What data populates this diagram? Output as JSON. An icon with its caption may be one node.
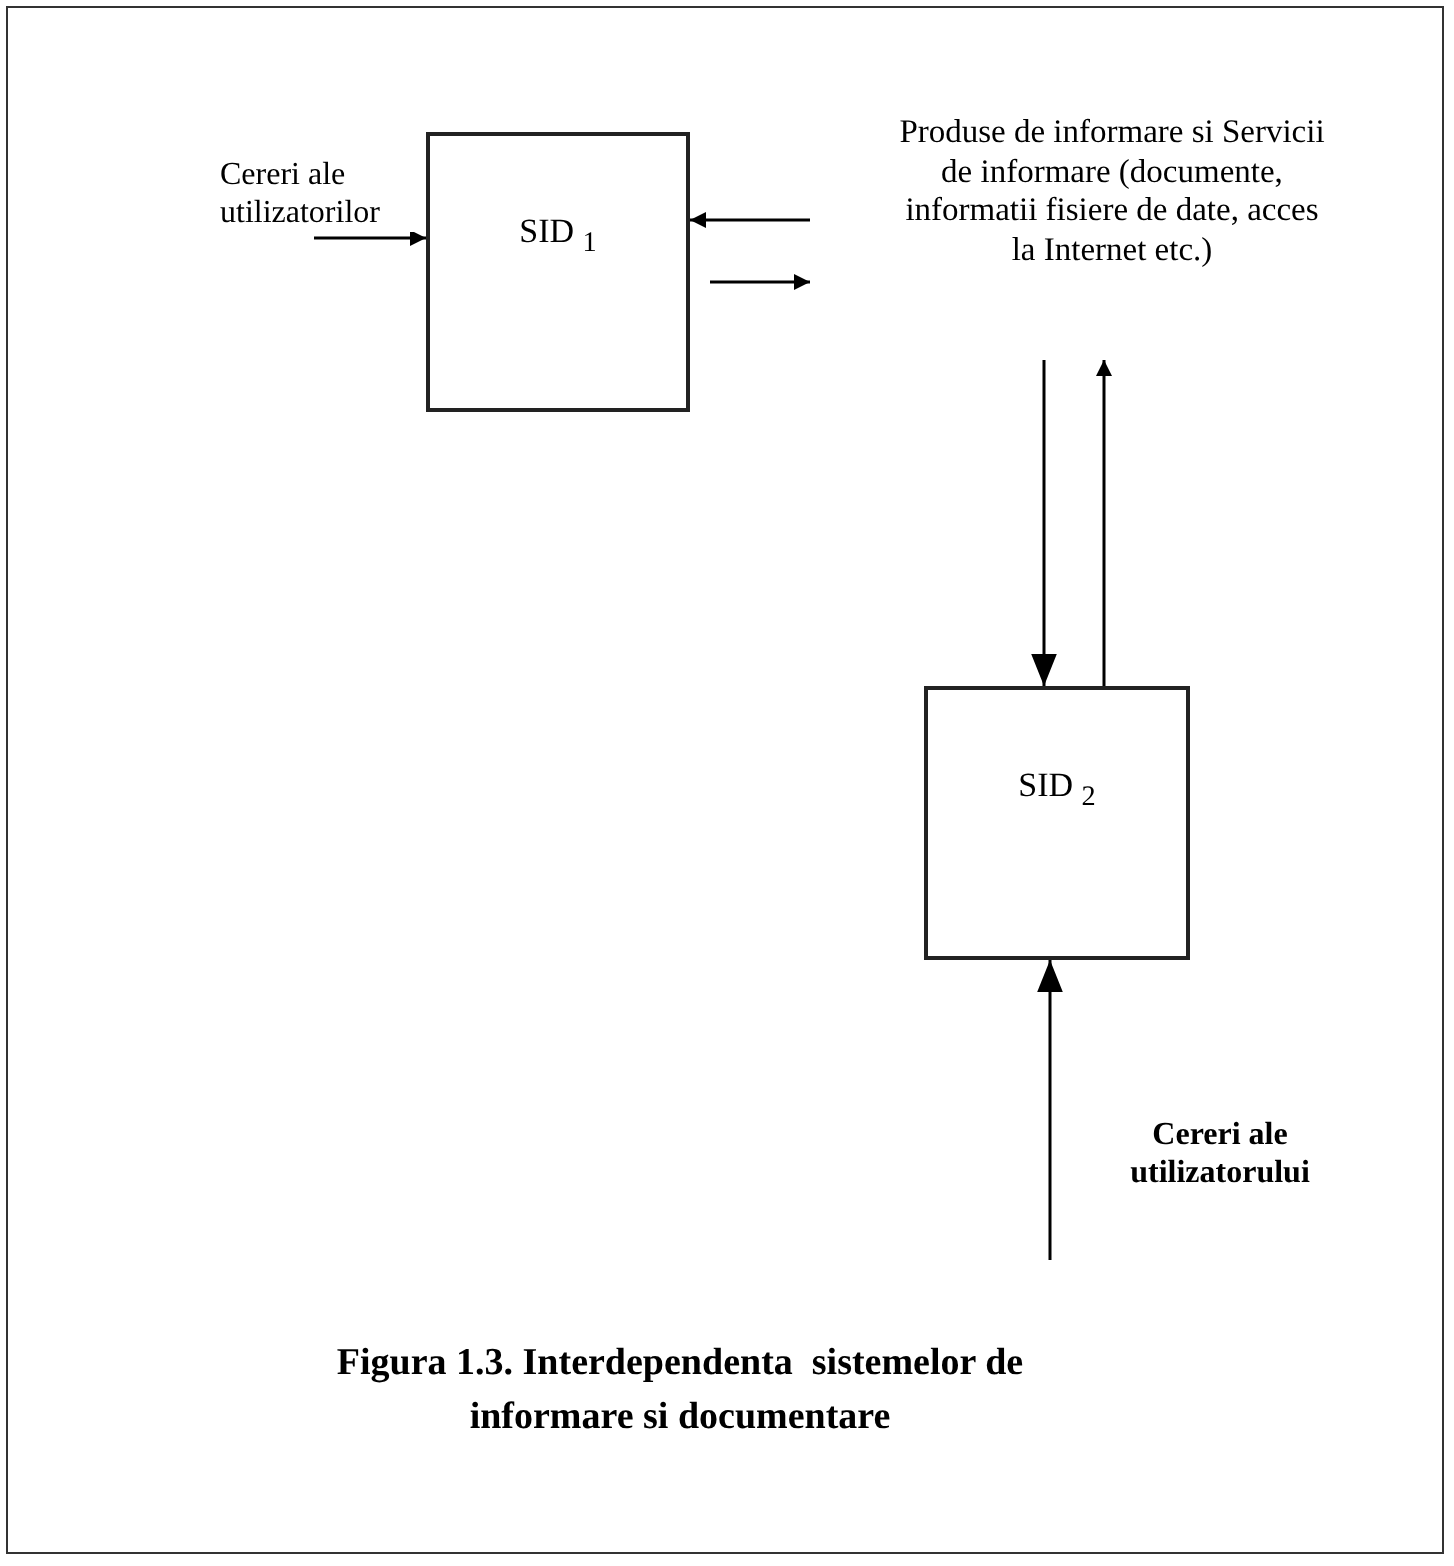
{
  "diagram": {
    "caption": "Figura 1.3. Interdependenta  sistemelor de informare si documentare",
    "nodes": [
      {
        "text": [
          "SID $_{1}$"
        ]
      },
      {
        "text": [
          "Produse de informare si Servicii de informare (documente, informatii fisiere de date, acces la Internet etc.)"
        ]
      },
      {
        "text": [
          "SID $_{2}$"
        ]
      }
    ],
    "edges": [
      {
        "from": null,
        "to": 0,
        "arrow": "to",
        "label": "Cereri ale utilizatorilor"
      },
      {
        "from": 1,
        "to": 0,
        "arrow": "to"
      },
      {
        "from": 0,
        "to": 1,
        "arrow": "to"
      },
      {
        "from": 1,
        "to": 2,
        "arrow": "to"
      },
      {
        "from": 2,
        "to": 1,
        "arrow": "to"
      },
      {
        "from": null,
        "to": 2,
        "arrow": "to",
        "label": "Cereri ale utilizatorului"
      }
    ]
  }
}
